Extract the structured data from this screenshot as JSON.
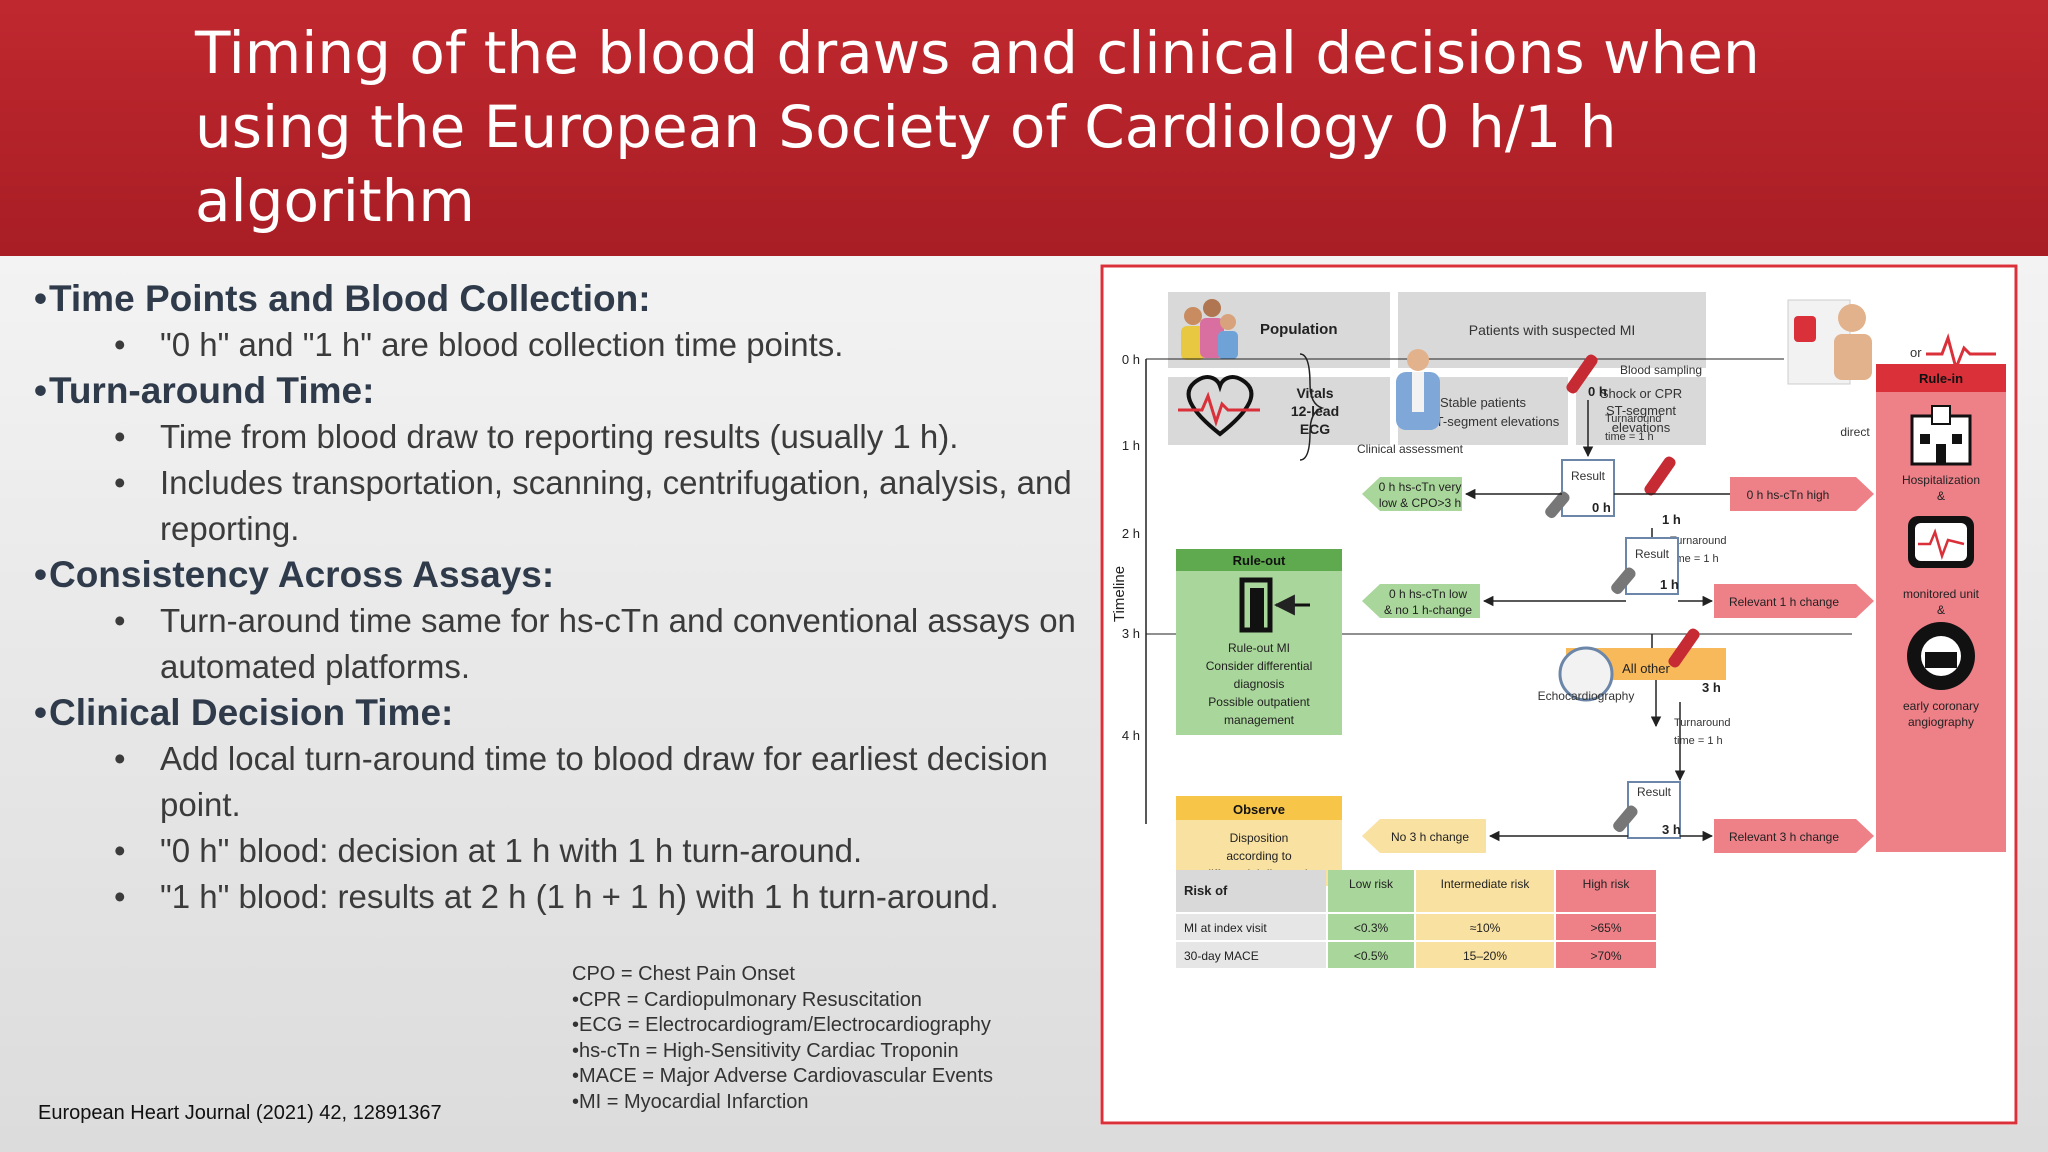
{
  "title_lines": [
    "Timing of the blood draws and clinical decisions when",
    "using the European Society of Cardiology 0 h/1 h",
    "algorithm"
  ],
  "sections": [
    {
      "heading": "Time Points and Blood Collection:",
      "items": [
        "\"0 h\" and \"1 h\" are blood collection time points."
      ]
    },
    {
      "heading": "Turn-around Time:",
      "items": [
        "Time from blood draw to reporting results (usually 1 h).",
        "Includes transportation, scanning, centrifugation, analysis, and reporting."
      ]
    },
    {
      "heading": "Consistency Across Assays:",
      "items": [
        "Turn-around time same for hs-cTn and conventional assays on automated platforms."
      ]
    },
    {
      "heading": "Clinical Decision Time:",
      "items": [
        "Add local turn-around time to blood draw for earliest decision point.",
        "\"0 h\" blood: decision at 1 h with 1 h turn-around.",
        "\"1 h\" blood: results at 2 h (1 h + 1 h) with 1 h turn-around."
      ]
    }
  ],
  "abbreviations": [
    "CPO = Chest Pain Onset",
    "•CPR = Cardiopulmonary Resuscitation",
    "•ECG = Electrocardiogram/Electrocardiography",
    "•hs-cTn = High-Sensitivity Cardiac Troponin",
    "•MACE = Major Adverse Cardiovascular Events",
    "•MI = Myocardial Infarction"
  ],
  "citation": "European Heart Journal (2021) 42, 12891367",
  "figure": {
    "population_label": "Population",
    "population_value": "Patients with suspected MI",
    "vitals_label": [
      "Vitals",
      "12-lead",
      "ECG"
    ],
    "stable_label": [
      "Stable patients",
      "No ST-segment elevations"
    ],
    "shock_label": [
      "Shock or CPR",
      "ST-segment",
      "elevations"
    ],
    "or_label": "or",
    "direct_label": "direct",
    "timeline_label": "Timeline",
    "hours": [
      "0 h",
      "1 h",
      "2 h",
      "3 h",
      "4 h"
    ],
    "blood_sampling": "Blood sampling",
    "zero_h": "0 h",
    "one_h": "1 h",
    "three_h": "3 h",
    "turnaround": [
      "Turnaround",
      "time = 1 h"
    ],
    "clinical_assessment": "Clinical assessment",
    "result": "Result",
    "rule_out": "Rule-out",
    "rule_out_text": [
      "Rule-out MI",
      "Consider differential",
      "diagnosis",
      "Possible outpatient",
      "management"
    ],
    "very_low": [
      "0 h hs-cTn very",
      "low & CPO>3 h"
    ],
    "low_no_change": [
      "0 h hs-cTn low",
      "& no 1 h-change"
    ],
    "high_0h": "0 h hs-cTn high",
    "relevant_1h": "Relevant 1 h change",
    "all_other": "All other",
    "echocardiography": "Echocardiography",
    "observe": "Observe",
    "observe_text": [
      "Disposition",
      "according to",
      "differential diagnosis"
    ],
    "no_3h_change": "No 3 h change",
    "relevant_3h": "Relevant 3 h change",
    "rule_in": "Rule-in",
    "hospitalization": [
      "Hospitalization",
      "&"
    ],
    "monitored_unit": [
      "monitored unit",
      "&"
    ],
    "angiography": [
      "early coronary",
      "angiography"
    ],
    "risk_table": {
      "header": [
        "Risk of",
        "Low risk",
        "Intermediate risk",
        "High risk"
      ],
      "rows": [
        [
          "MI at index visit",
          "<0.3%",
          "≈10%",
          ">65%"
        ],
        [
          "30-day MACE",
          "<0.5%",
          "15–20%",
          ">70%"
        ]
      ]
    },
    "colors": {
      "green": "#a9d69a",
      "yellow": "#f8e1a1",
      "red": "#ee8088",
      "gray": "#d9d9d9",
      "border_red": "#d9303a"
    }
  }
}
